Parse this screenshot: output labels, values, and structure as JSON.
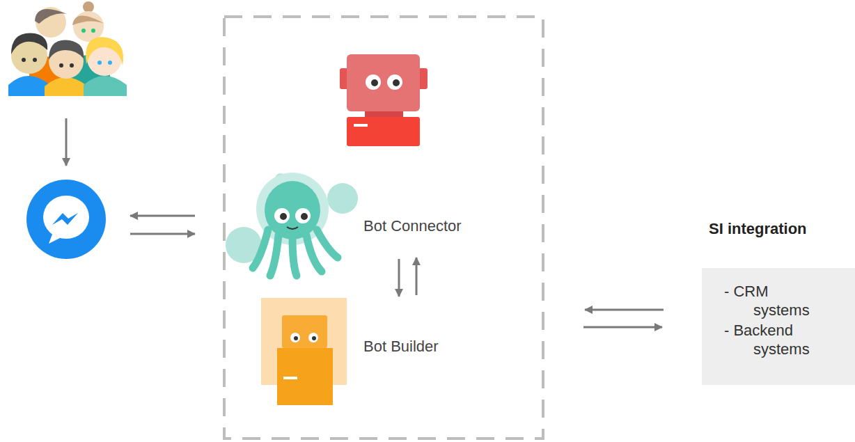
{
  "diagram": {
    "nodes": [
      {
        "text": [
          "Bot Connector"
        ]
      },
      {
        "text": [
          "Bot Builder"
        ]
      },
      {
        "text": [
          "SI integration",
          "- CRM systems",
          "- Backend systems"
        ]
      }
    ],
    "edges": [
      {
        "from": 0,
        "to": 1,
        "arrow": "to"
      },
      {
        "from": 1,
        "to": 0,
        "arrow": "to"
      }
    ]
  }
}
